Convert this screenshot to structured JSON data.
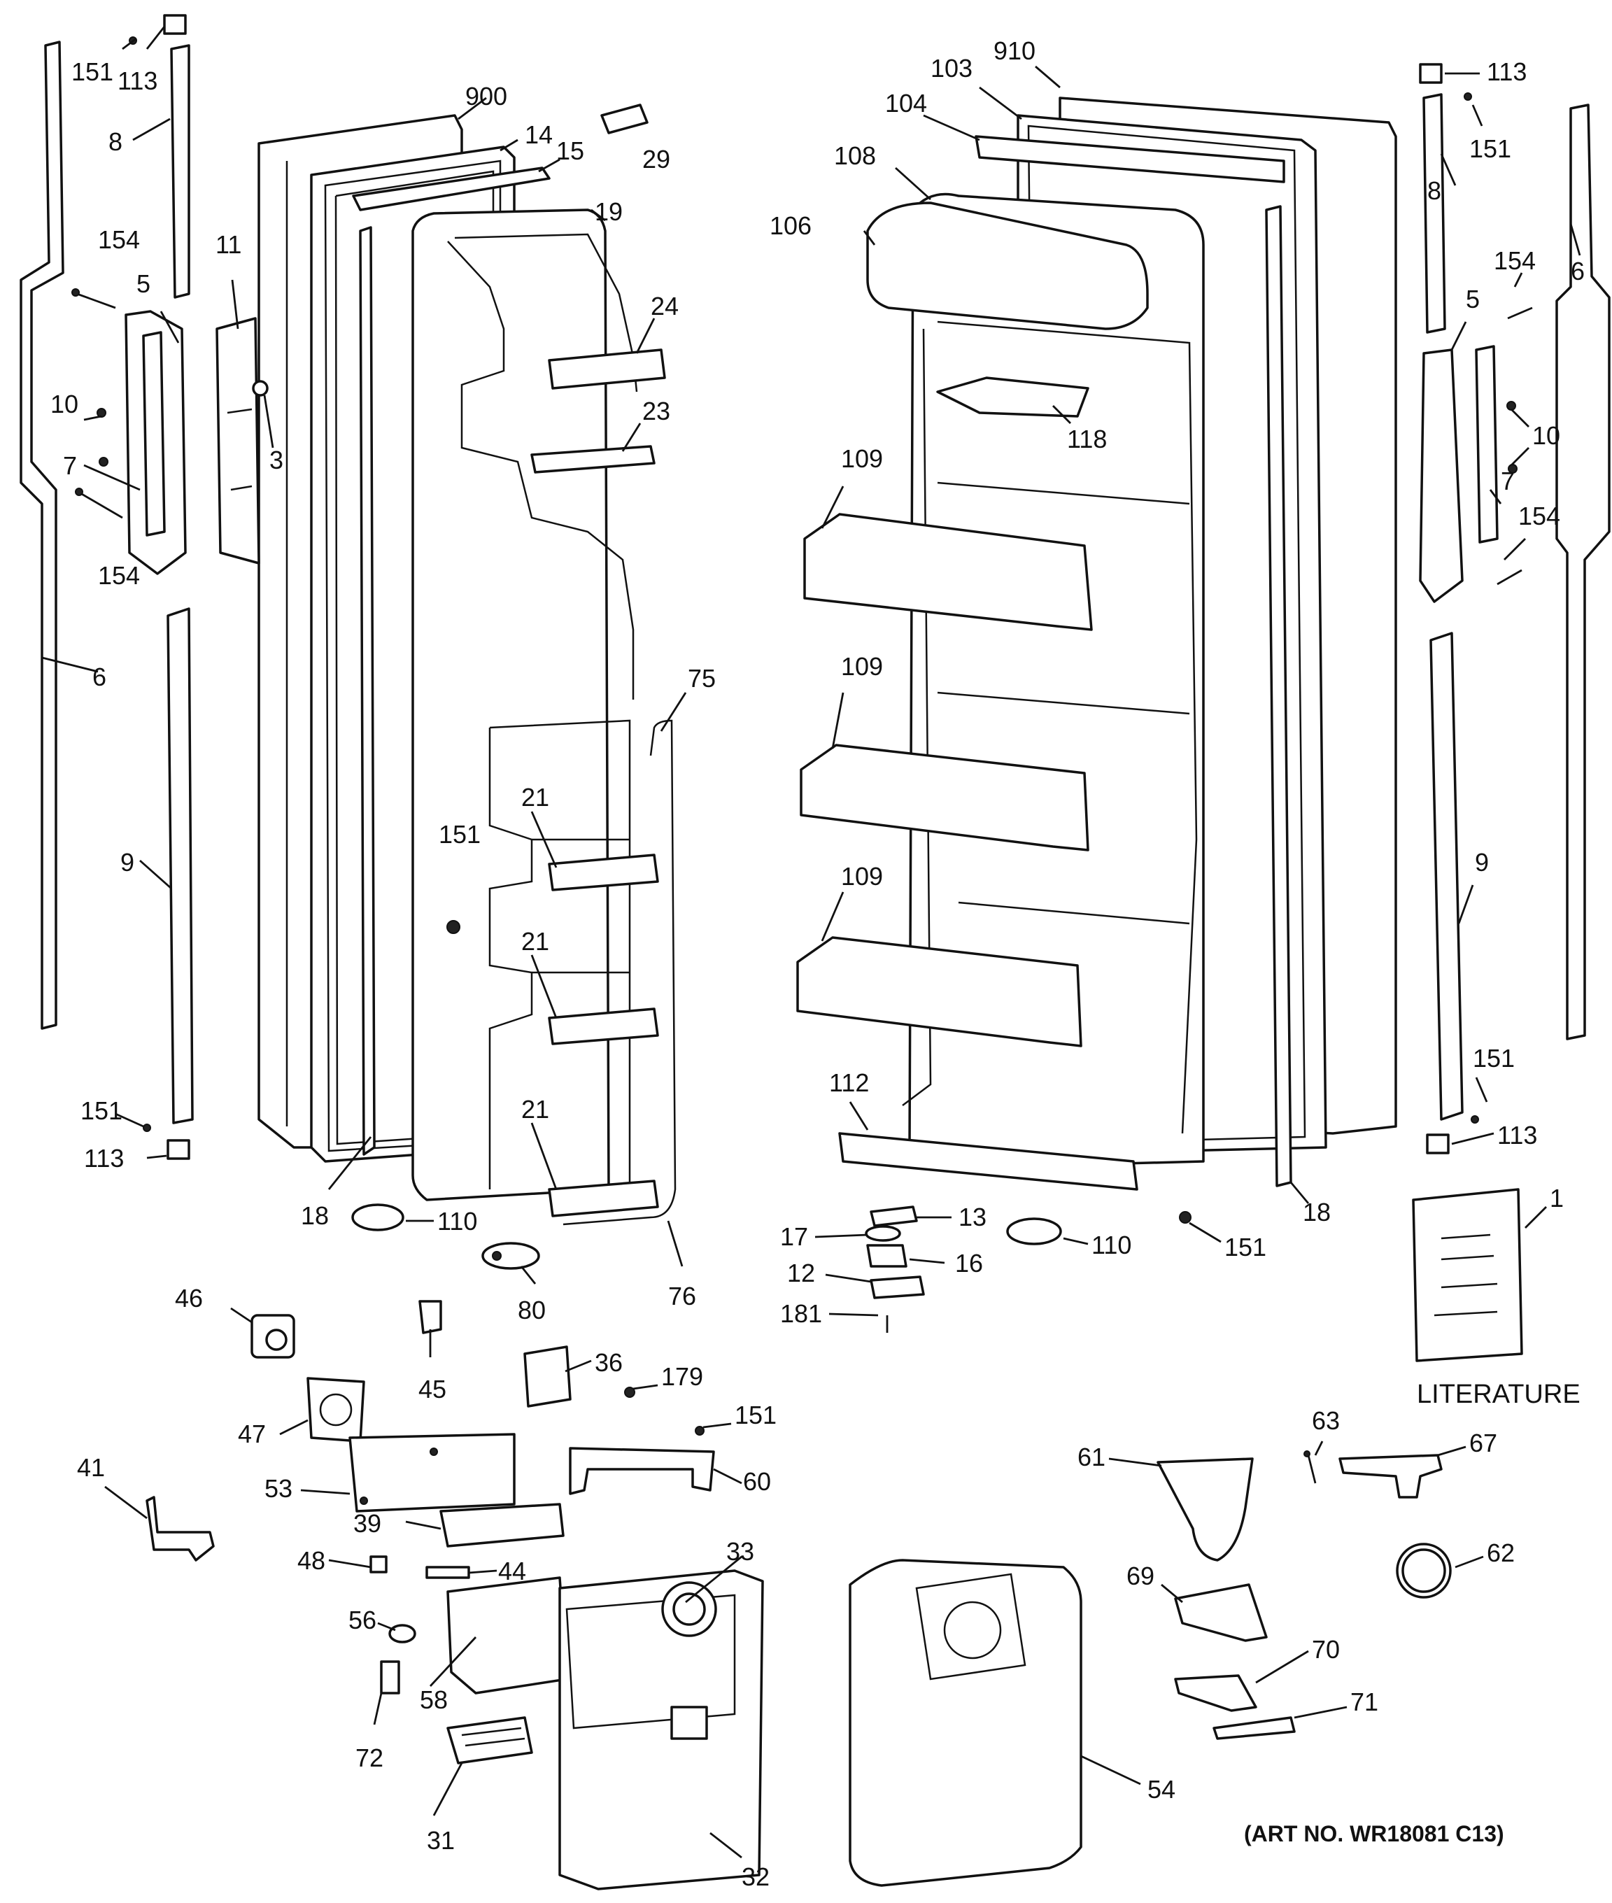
{
  "figure": {
    "caption_literature": "LITERATURE",
    "art_number": "(ART NO. WR18081 C13)"
  },
  "callouts": [
    "151",
    "113",
    "8",
    "154",
    "5",
    "10",
    "7",
    "154",
    "6",
    "9",
    "151",
    "113",
    "11",
    "3",
    "900",
    "14",
    "15",
    "29",
    "19",
    "24",
    "23",
    "21",
    "21",
    "21",
    "151",
    "75",
    "76",
    "18",
    "110",
    "80",
    "910",
    "103",
    "104",
    "108",
    "106",
    "118",
    "109",
    "109",
    "109",
    "112",
    "13",
    "17",
    "16",
    "12",
    "181",
    "110",
    "151",
    "18",
    "113",
    "151",
    "8",
    "6",
    "154",
    "5",
    "10",
    "7",
    "154",
    "9",
    "151",
    "113",
    "1",
    "46",
    "45",
    "36",
    "179",
    "151",
    "47",
    "53",
    "60",
    "41",
    "39",
    "48",
    "44",
    "33",
    "56",
    "58",
    "72",
    "31",
    "32",
    "61",
    "63",
    "67",
    "62",
    "69",
    "70",
    "71",
    "54"
  ]
}
